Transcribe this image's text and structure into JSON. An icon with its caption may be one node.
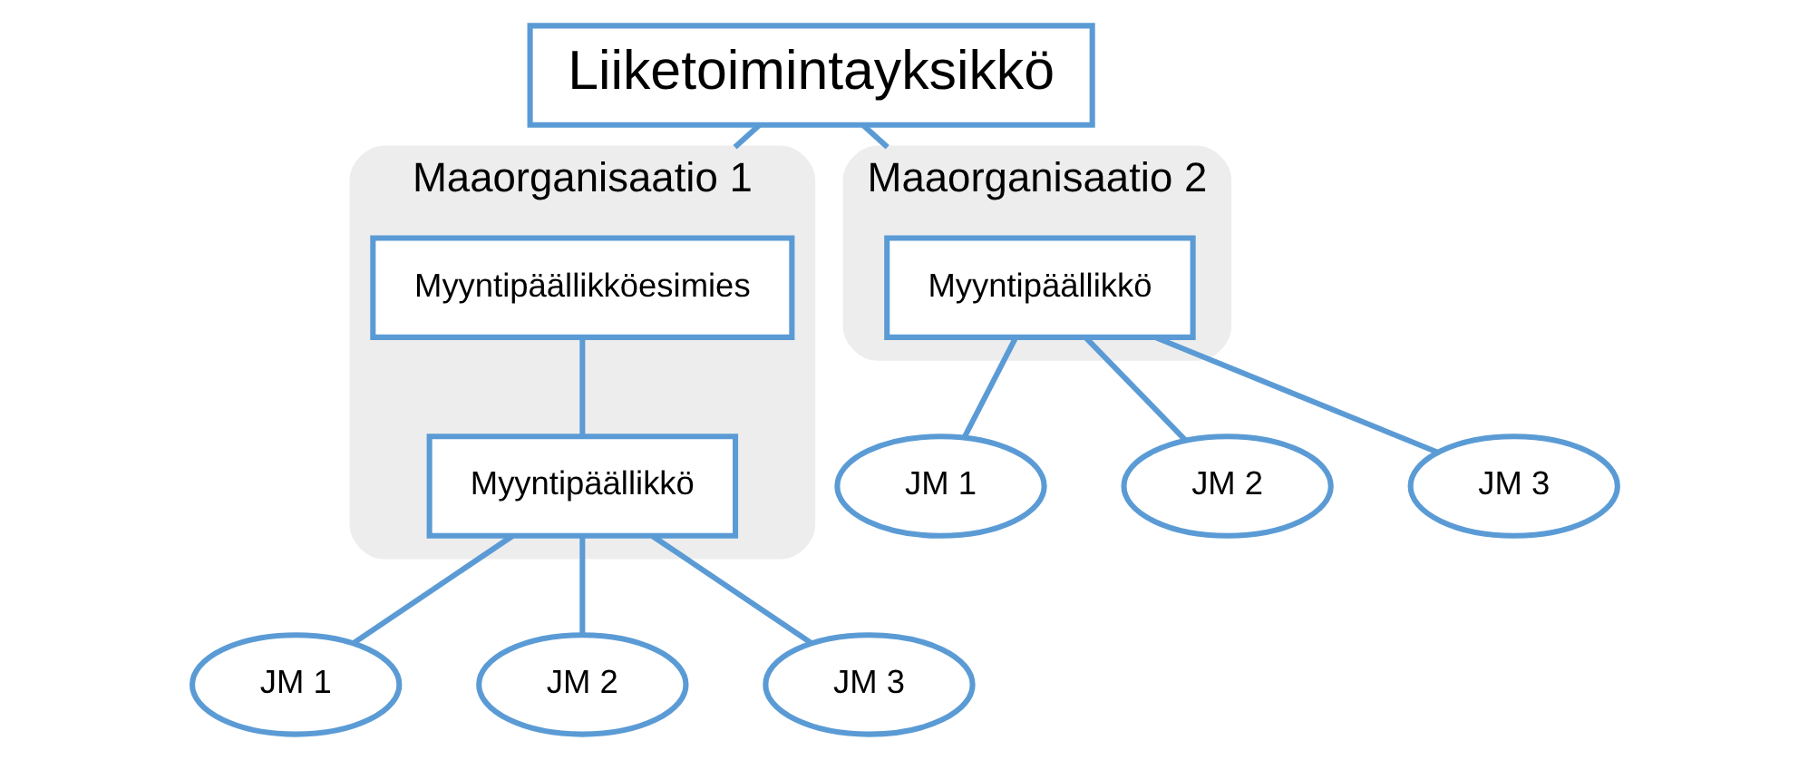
{
  "diagram": {
    "nodes": [
      {
        "text": [
          "Liiketoimintayksikkö"
        ]
      },
      {
        "text": [
          "Maaorganisaatio 1"
        ]
      },
      {
        "text": [
          "Myyntipäällikköesimies"
        ],
        "in": 1
      },
      {
        "text": [
          "Myyntipäällikkö"
        ],
        "in": 1
      },
      {
        "text": [
          "JM 1"
        ]
      },
      {
        "text": [
          "JM 2"
        ]
      },
      {
        "text": [
          "JM 3"
        ]
      },
      {
        "text": [
          "Maaorganisaatio 2"
        ]
      },
      {
        "text": [
          "Myyntipäällikkö"
        ],
        "in": 7
      },
      {
        "text": [
          "JM 1"
        ]
      },
      {
        "text": [
          "JM 2"
        ]
      },
      {
        "text": [
          "JM 3"
        ]
      }
    ],
    "edges": [
      {
        "from": 0,
        "to": 1,
        "arrow": "none"
      },
      {
        "from": 0,
        "to": 7,
        "arrow": "none"
      },
      {
        "from": 2,
        "to": 3,
        "arrow": "none"
      },
      {
        "from": 3,
        "to": 4,
        "arrow": "none"
      },
      {
        "from": 3,
        "to": 5,
        "arrow": "none"
      },
      {
        "from": 3,
        "to": 6,
        "arrow": "none"
      },
      {
        "from": 8,
        "to": 9,
        "arrow": "none"
      },
      {
        "from": 8,
        "to": 10,
        "arrow": "none"
      },
      {
        "from": 8,
        "to": 11,
        "arrow": "none"
      }
    ]
  }
}
